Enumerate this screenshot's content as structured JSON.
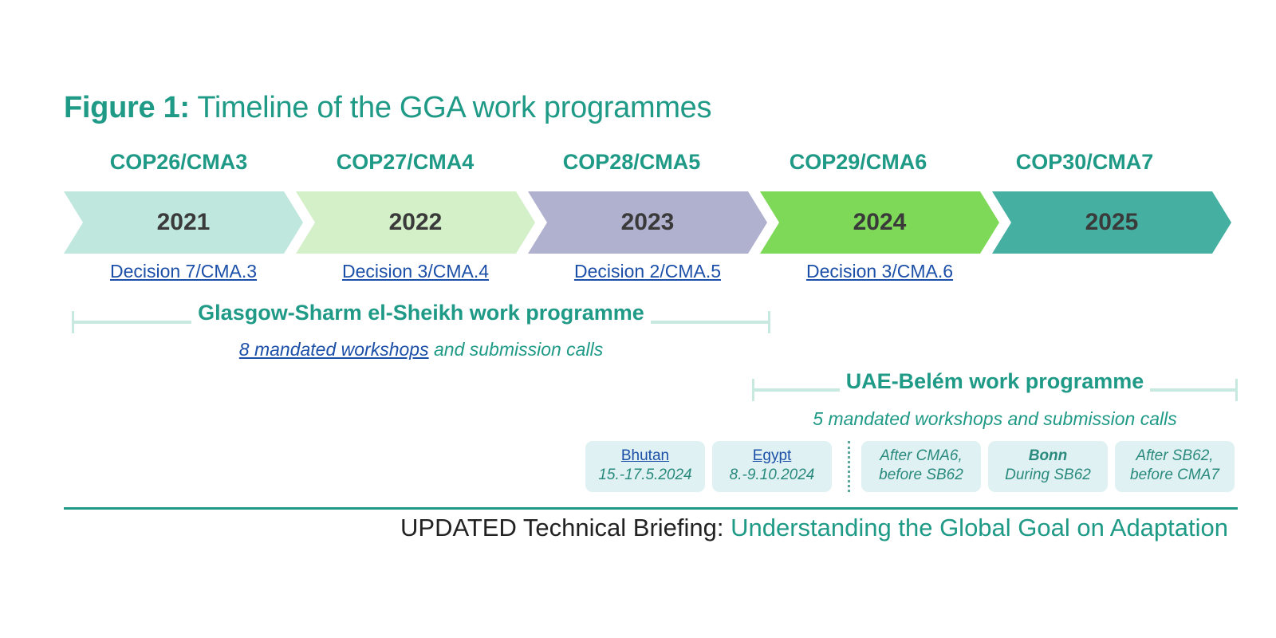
{
  "figure": {
    "label": "Figure 1:",
    "title": "Timeline of the GGA work programmes"
  },
  "timeline": [
    {
      "cop": "COP26/CMA3",
      "year": "2021",
      "decision": "Decision 7/CMA.3",
      "color": "#bfe7de"
    },
    {
      "cop": "COP27/CMA4",
      "year": "2022",
      "decision": "Decision 3/CMA.4",
      "color": "#d3f0c8"
    },
    {
      "cop": "COP28/CMA5",
      "year": "2023",
      "decision": "Decision 2/CMA.5",
      "color": "#b0b1cf"
    },
    {
      "cop": "COP29/CMA6",
      "year": "2024",
      "decision": "Decision 3/CMA.6",
      "color": "#7dd957"
    },
    {
      "cop": "COP30/CMA7",
      "year": "2025",
      "decision": "",
      "color": "#45afa1"
    }
  ],
  "programmes": {
    "glasgow": {
      "title": "Glasgow-Sharm el-Sheikh work programme",
      "subtitle_link": "8 mandated workshops",
      "subtitle_rest": " and submission calls"
    },
    "uae": {
      "title": "UAE-Belém work programme",
      "subtitle": "5 mandated workshops and submission calls"
    }
  },
  "workshops": [
    {
      "line1": "Bhutan",
      "line2": "15.-17.5.2024"
    },
    {
      "line1": "Egypt",
      "line2": "8.-9.10.2024"
    },
    {
      "line1": "After CMA6,",
      "line2": "before SB62"
    },
    {
      "line1": "Bonn",
      "line2": "During SB62"
    },
    {
      "line1": "After SB62,",
      "line2": "before CMA7"
    }
  ],
  "footer": {
    "prefix": "UPDATED Technical Briefing: ",
    "title": "Understanding the Global Goal on Adaptation"
  },
  "colors": {
    "accent": "#1f9a86",
    "link": "#1b4fa8",
    "bracket": "#c7e9e0",
    "workshop_bg": "#dff1f2"
  }
}
